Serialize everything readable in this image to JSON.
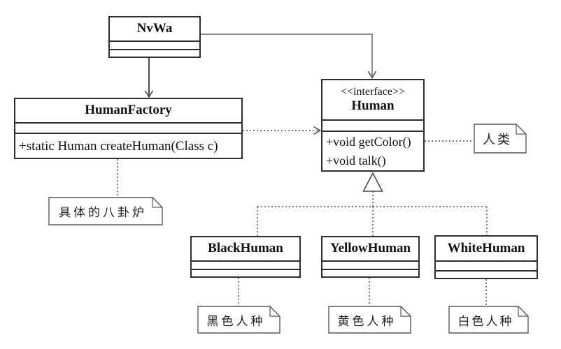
{
  "colors": {
    "box_border": "#2e2e2e",
    "line": "#4a4a4a",
    "gray_line": "#8f8f8f",
    "note_border": "#5a5a5a",
    "text": "#111111",
    "background": "#ffffff"
  },
  "classes": {
    "nvwa": {
      "name": "NvWa"
    },
    "human_factory": {
      "name": "HumanFactory",
      "methods": [
        "+static Human createHuman(Class c)"
      ]
    },
    "human": {
      "stereotype": "<<interface>>",
      "name": "Human",
      "methods": [
        "+void getColor()",
        "+void talk()"
      ]
    },
    "black_human": {
      "name": "BlackHuman"
    },
    "yellow_human": {
      "name": "YellowHuman"
    },
    "white_human": {
      "name": "WhiteHuman"
    }
  },
  "notes": {
    "human": "人类",
    "factory": "具体的八卦炉",
    "black": "黑色人种",
    "yellow": "黄色人种",
    "white": "白色人种"
  }
}
